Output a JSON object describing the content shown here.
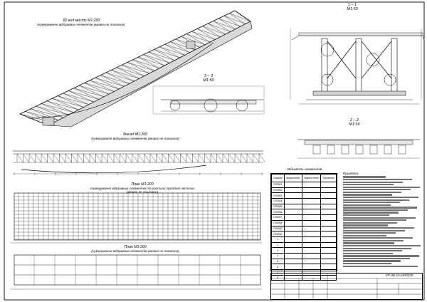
{
  "views": {
    "view3d": {
      "title": "3D вид мосту М1:200",
      "subtitle": "(нумерування відправних елементів умовно не показано)"
    },
    "facade": {
      "title": "Фасад М1:200",
      "subtitle": "(нумерування відправних елементів умовно не показано)"
    },
    "plan_top": {
      "title": "План М1:200",
      "subtitle": "(нумерування відправних елементів та настилу проїздної частини",
      "subtitle2": "умовно не показано)"
    },
    "plan_bottom": {
      "title": "План М1:200",
      "subtitle": "(нумерування відправних елементів умовно не показано)"
    },
    "section11": {
      "mark": "1 – 1",
      "scale": "М1:50"
    },
    "section33": {
      "mark": "3 – 3",
      "scale": "М1:50"
    },
    "section22": {
      "mark": "2 – 2",
      "scale": "М1:50"
    }
  },
  "table": {
    "title": "Відомість елементів",
    "headers": [
      "Позиція",
      "Марка (ім'я)",
      "Марка сталі",
      "Примітка"
    ],
    "rows": [
      [
        "ПЛ0001",
        "",
        "",
        ""
      ],
      [
        "ПЛ0002",
        "",
        "",
        ""
      ],
      [
        "ПЛ0003",
        "",
        "",
        ""
      ],
      [
        "ПЛ0004",
        "",
        "",
        ""
      ],
      [
        "ПЛ0005",
        "",
        "",
        ""
      ],
      [
        "ПЛ0006",
        "",
        "",
        ""
      ],
      [
        "ПЛ0007",
        "",
        "",
        ""
      ],
      [
        "ПЛ0008",
        "",
        "",
        ""
      ],
      [
        "ПЛ0009",
        "",
        "",
        ""
      ],
      [
        "ПЛ0010",
        "",
        "",
        ""
      ],
      [
        "1",
        "",
        "",
        ""
      ],
      [
        "2",
        "",
        "",
        ""
      ],
      [
        "3",
        "",
        "",
        ""
      ],
      [
        "4",
        "",
        "",
        ""
      ],
      [
        "5",
        "",
        "",
        ""
      ],
      [
        "6",
        "",
        "",
        ""
      ],
      [
        "7",
        "",
        "",
        ""
      ],
      [
        "8",
        "",
        "",
        ""
      ]
    ]
  },
  "notes": {
    "title": "Примітки:"
  },
  "stamp": {
    "code": "УР-ЗБ-15-ОР.0320"
  }
}
